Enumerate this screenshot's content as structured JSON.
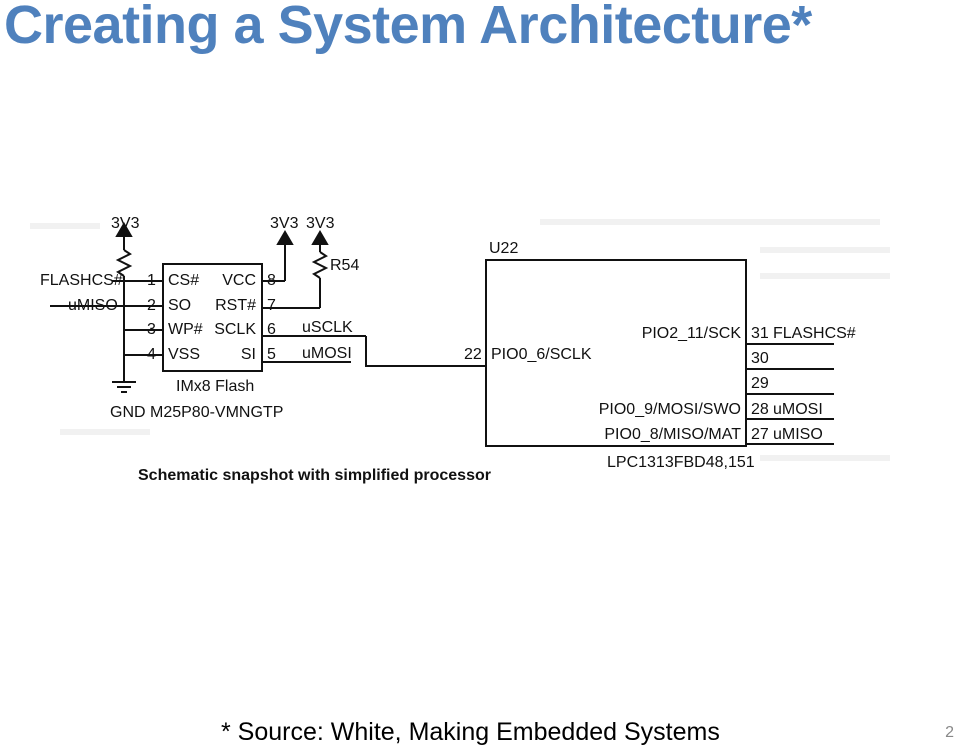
{
  "slide": {
    "title": "Creating a System Architecture*",
    "source": "* Source: White, Making Embedded Systems",
    "page_number": "2"
  },
  "schematic": {
    "caption": "Schematic snapshot with simplified processor",
    "power_labels": [
      "3V3",
      "3V3",
      "3V3"
    ],
    "resistor_label": "R54",
    "gnd_label": "GND",
    "flash": {
      "name": "IMx8 Flash",
      "part": "M25P80-VMNGTP",
      "left_pins": [
        {
          "num": "1",
          "name": "CS#",
          "net": "FLASHCS#"
        },
        {
          "num": "2",
          "name": "SO",
          "net": "uMISO"
        },
        {
          "num": "3",
          "name": "WP#",
          "net": ""
        },
        {
          "num": "4",
          "name": "VSS",
          "net": ""
        }
      ],
      "right_pins": [
        {
          "num": "8",
          "name": "VCC",
          "net": ""
        },
        {
          "num": "7",
          "name": "RST#",
          "net": ""
        },
        {
          "num": "6",
          "name": "SCLK",
          "net": "uSCLK"
        },
        {
          "num": "5",
          "name": "SI",
          "net": "uMOSI"
        }
      ]
    },
    "processor": {
      "ref": "U22",
      "part": "LPC1313FBD48,151",
      "left_pin": {
        "num": "22",
        "name": "PIO0_6/SCLK"
      },
      "right_pins": [
        {
          "num": "31",
          "name": "PIO2_11/SCK",
          "net": "FLASHCS#"
        },
        {
          "num": "30",
          "name": "",
          "net": ""
        },
        {
          "num": "29",
          "name": "",
          "net": ""
        },
        {
          "num": "28",
          "name": "PIO0_9/MOSI/SWO",
          "net": "uMOSI"
        },
        {
          "num": "27",
          "name": "PIO0_8/MISO/MAT",
          "net": "uMISO"
        }
      ]
    }
  }
}
